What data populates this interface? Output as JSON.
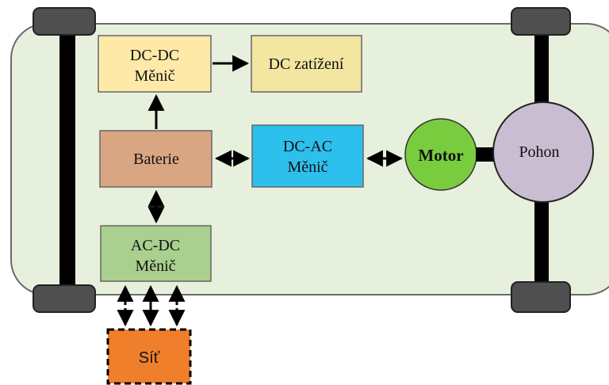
{
  "blocks": {
    "dcdc": {
      "line1": "DC-DC",
      "line2": "Měnič",
      "color": "#FFE9A8"
    },
    "dcload": {
      "label": "DC zatížení",
      "color": "#F2E6A0"
    },
    "battery": {
      "label": "Baterie",
      "color": "#D9A684"
    },
    "dcac": {
      "line1": "DC-AC",
      "line2": "Měnič",
      "color": "#2EC0EC"
    },
    "acdc": {
      "line1": "AC-DC",
      "line2": "Měnič",
      "color": "#A9D08E"
    },
    "grid": {
      "label": "Síť",
      "color": "#F07F2C"
    },
    "motor": {
      "label": "Motor",
      "color": "#7ACC3F"
    },
    "drive": {
      "label": "Pohon",
      "color": "#C9BDD2"
    }
  },
  "colors": {
    "chassis": "#E7F0DC",
    "chassis_stroke": "#6B6B6B",
    "axle": "#000000",
    "wheel": "#4F4F4F"
  }
}
